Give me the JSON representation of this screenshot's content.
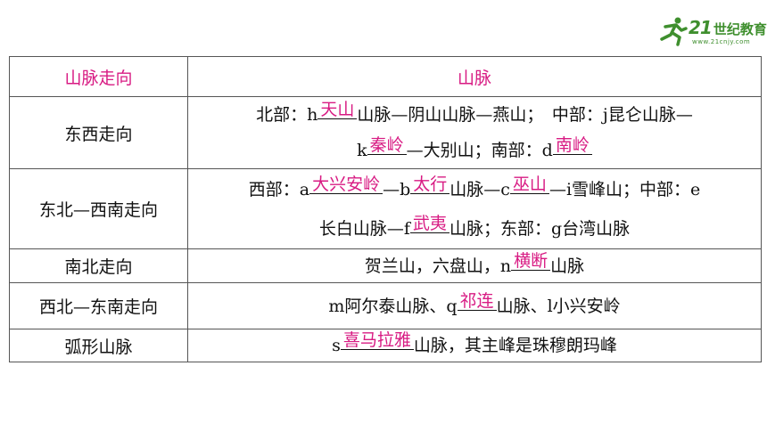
{
  "logo": {
    "main": "21",
    "cn": "世纪教育",
    "sub": "www.21cnjy.com"
  },
  "table": {
    "header": [
      "山脉走向",
      "山脉"
    ],
    "rows": [
      {
        "direction": "东西走向",
        "lines": [
          [
            {
              "t": "北部：h"
            },
            {
              "a": "天山"
            },
            {
              "t": "山脉—阴山山脉—燕山；　中部：j昆仑山脉—"
            }
          ],
          [
            {
              "t": "k"
            },
            {
              "a": "秦岭"
            },
            {
              "t": "—大别山；南部：d"
            },
            {
              "a": "南岭"
            }
          ]
        ]
      },
      {
        "direction": "东北—西南走向",
        "lines": [
          [
            {
              "t": "西部：a"
            },
            {
              "a": "大兴安岭"
            },
            {
              "t": "—b"
            },
            {
              "a": "太行"
            },
            {
              "t": "山脉—c"
            },
            {
              "a": "巫山"
            },
            {
              "t": "—i雪峰山；中部：e"
            }
          ],
          [
            {
              "t": "长白山脉—f"
            },
            {
              "a": "武夷"
            },
            {
              "t": "山脉；东部：g台湾山脉"
            }
          ]
        ]
      },
      {
        "direction": "南北走向",
        "lines": [
          [
            {
              "t": "贺兰山，六盘山，n"
            },
            {
              "a": "横断"
            },
            {
              "t": "山脉"
            }
          ]
        ]
      },
      {
        "direction": "西北—东南走向",
        "lines": [
          [
            {
              "t": "m阿尔泰山脉、q"
            },
            {
              "a": "祁连"
            },
            {
              "t": "山脉、l小兴安岭"
            }
          ]
        ]
      },
      {
        "direction": "弧形山脉",
        "lines": [
          [
            {
              "t": "s"
            },
            {
              "a": "喜马拉雅"
            },
            {
              "t": "山脉，其主峰是珠穆朗玛峰"
            }
          ]
        ]
      }
    ]
  }
}
